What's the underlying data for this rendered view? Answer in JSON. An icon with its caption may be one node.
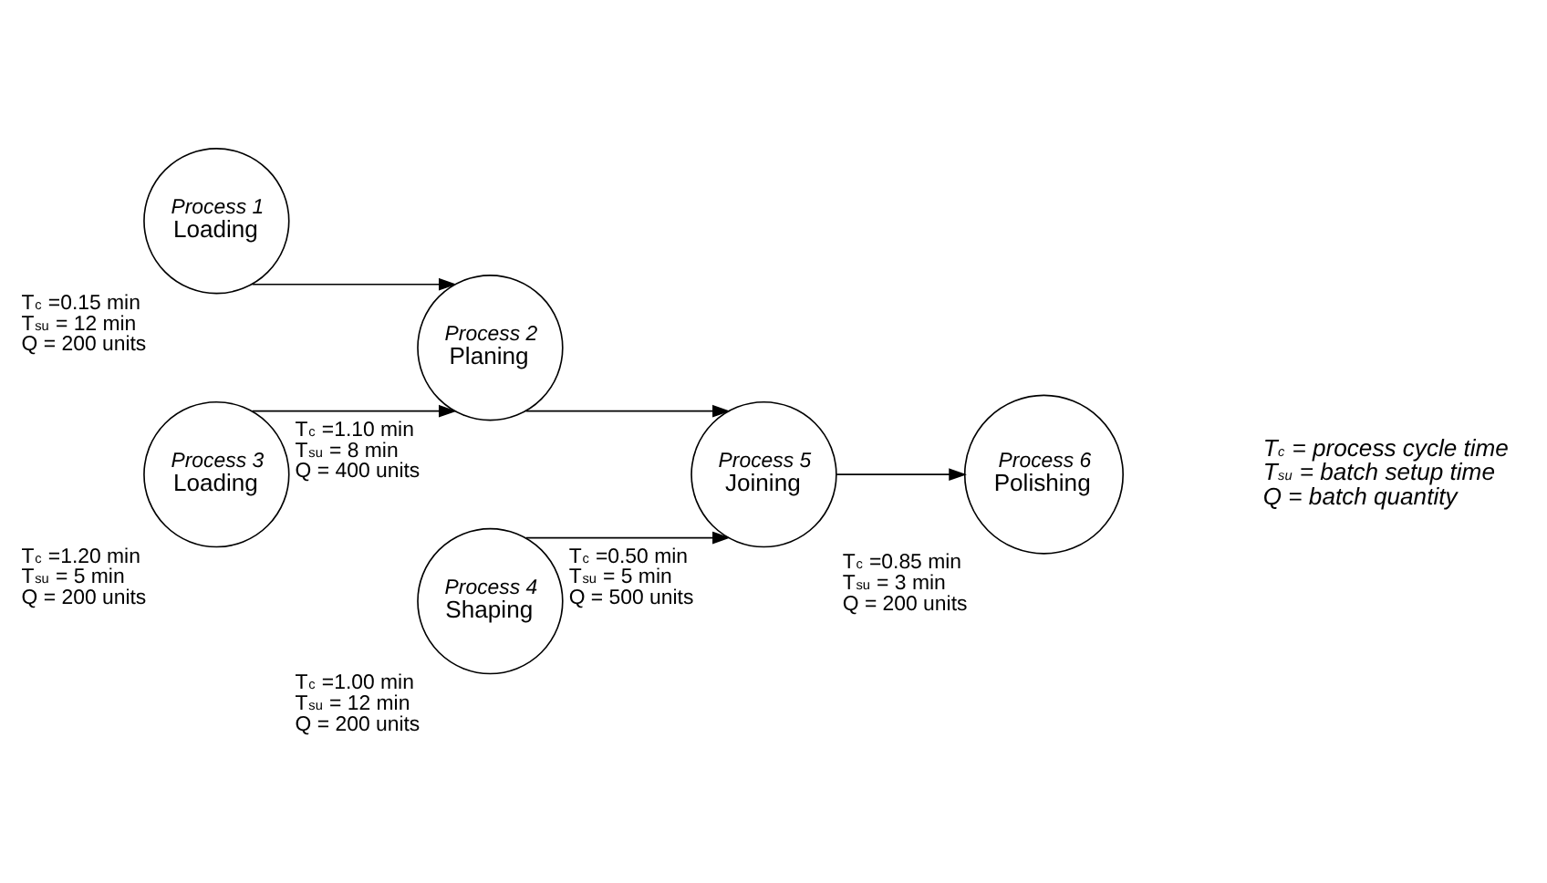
{
  "diagram": {
    "nodes": [
      {
        "text": [
          "Process 1",
          "Loading"
        ],
        "beside": [
          "T$_{c}$ =0.15 min",
          "T$_{su}$ = 12 min",
          "Q = 200 units"
        ]
      },
      {
        "text": [
          "Process 2",
          "Planing"
        ],
        "beside": [
          "T$_{c}$ =1.10 min",
          "T$_{su}$ = 8 min",
          "Q = 400 units"
        ]
      },
      {
        "text": [
          "Process 5",
          "Joining"
        ],
        "beside": [
          "T$_{c}$ =0.50 min",
          "T$_{su}$ = 5 min",
          "Q = 500 units"
        ]
      },
      {
        "text": [
          "Process 6",
          "Polishing"
        ],
        "beside": [
          "T$_{c}$ =0.85 min",
          "T$_{su}$ = 3 min",
          "Q = 200 units"
        ]
      },
      {
        "text": [
          "Process 3",
          "Loading"
        ],
        "beside": [
          "T$_{c}$ =1.20 min",
          "T$_{su}$ = 5 min",
          "Q = 200 units"
        ]
      },
      {
        "text": [
          "Process 4",
          "Shaping"
        ],
        "beside": [
          "T$_{c}$ =1.00 min",
          "T$_{su}$ = 12 min",
          "Q = 200 units"
        ]
      }
    ],
    "edges": [
      {
        "from": 0,
        "to": 1,
        "arrow": "to"
      },
      {
        "from": 4,
        "to": 1,
        "arrow": "to"
      },
      {
        "from": 1,
        "to": 2,
        "arrow": "to"
      },
      {
        "from": 5,
        "to": 2,
        "arrow": "to"
      },
      {
        "from": 2,
        "to": 3,
        "arrow": "to"
      }
    ],
    "labels": [
      "T$_{c}$ = process cycle time",
      "T$_{su}$ = batch setup time",
      "Q = batch quantity"
    ]
  }
}
